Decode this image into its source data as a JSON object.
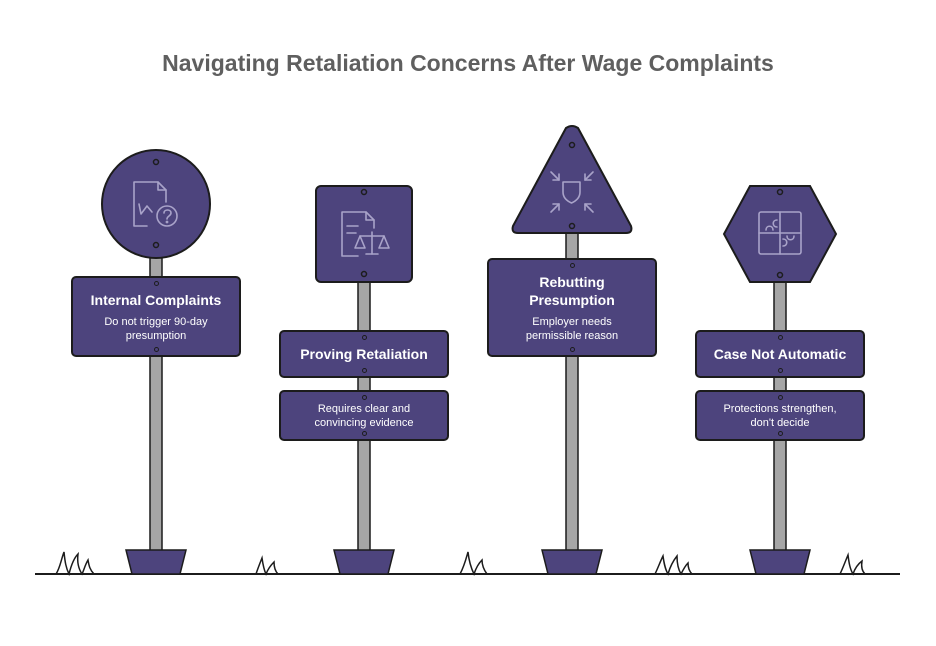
{
  "title": "Navigating Retaliation Concerns After Wage Complaints",
  "signs": [
    {
      "icon": "document-chart-question-icon",
      "heading": "Internal Complaints",
      "description": "Do not trigger 90-day presumption"
    },
    {
      "icon": "document-scales-icon",
      "heading": "Proving Retaliation",
      "description": "Requires clear and convincing evidence"
    },
    {
      "icon": "shield-arrows-icon",
      "heading": "Rebutting Presumption",
      "description": "Employer needs permissible reason"
    },
    {
      "icon": "puzzle-pieces-icon",
      "heading": "Case Not Automatic",
      "description": "Protections strengthen, don't decide"
    }
  ],
  "colors": {
    "sign_fill": "#4d447d",
    "pole_fill": "#a6a6a6",
    "outline": "#1c1c1c",
    "title_text": "#5f5f5f"
  }
}
